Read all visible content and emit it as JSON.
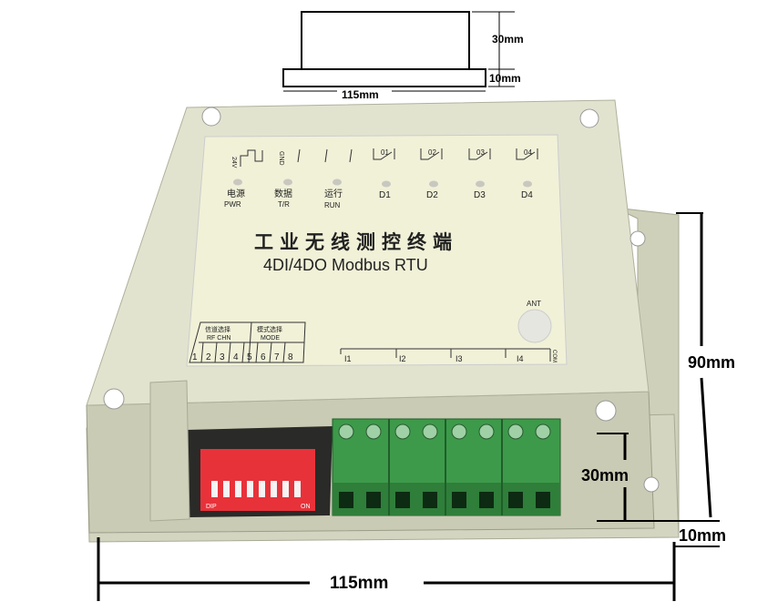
{
  "top_view": {
    "height_box": "30mm",
    "height_base": "10mm",
    "width": "115mm"
  },
  "dimensions": {
    "height_total": "90mm",
    "terminal_height": "30mm",
    "base_height": "10mm",
    "width": "115mm"
  },
  "label": {
    "terminals_top": [
      "24V",
      "GND",
      "01",
      "02",
      "03",
      "04"
    ],
    "leds": [
      {
        "cn": "电源",
        "en": "PWR"
      },
      {
        "cn": "数据",
        "en": "T/R"
      },
      {
        "cn": "运行",
        "en": "RUN"
      },
      {
        "cn": "",
        "en": "D1"
      },
      {
        "cn": "",
        "en": "D2"
      },
      {
        "cn": "",
        "en": "D3"
      },
      {
        "cn": "",
        "en": "D4"
      }
    ],
    "title_cn": "工业无线测控终端",
    "title_en": "4DI/4DO Modbus RTU",
    "ant": "ANT",
    "chn_cn": "信道选择",
    "chn_en": "RF CHN",
    "mode_cn": "模式选择",
    "mode_en": "MODE",
    "dip_numbers": [
      "1",
      "2",
      "3",
      "4",
      "5",
      "6",
      "7",
      "8"
    ],
    "inputs": [
      "I1",
      "I2",
      "I3",
      "I4",
      "COM"
    ],
    "dip_text_left": "DIP",
    "dip_text_right": "ON"
  },
  "colors": {
    "housing": "#dfe0cc",
    "sticker": "#f1f1d8",
    "terminal": "#3d9a4a",
    "dip": "#e8323a"
  }
}
